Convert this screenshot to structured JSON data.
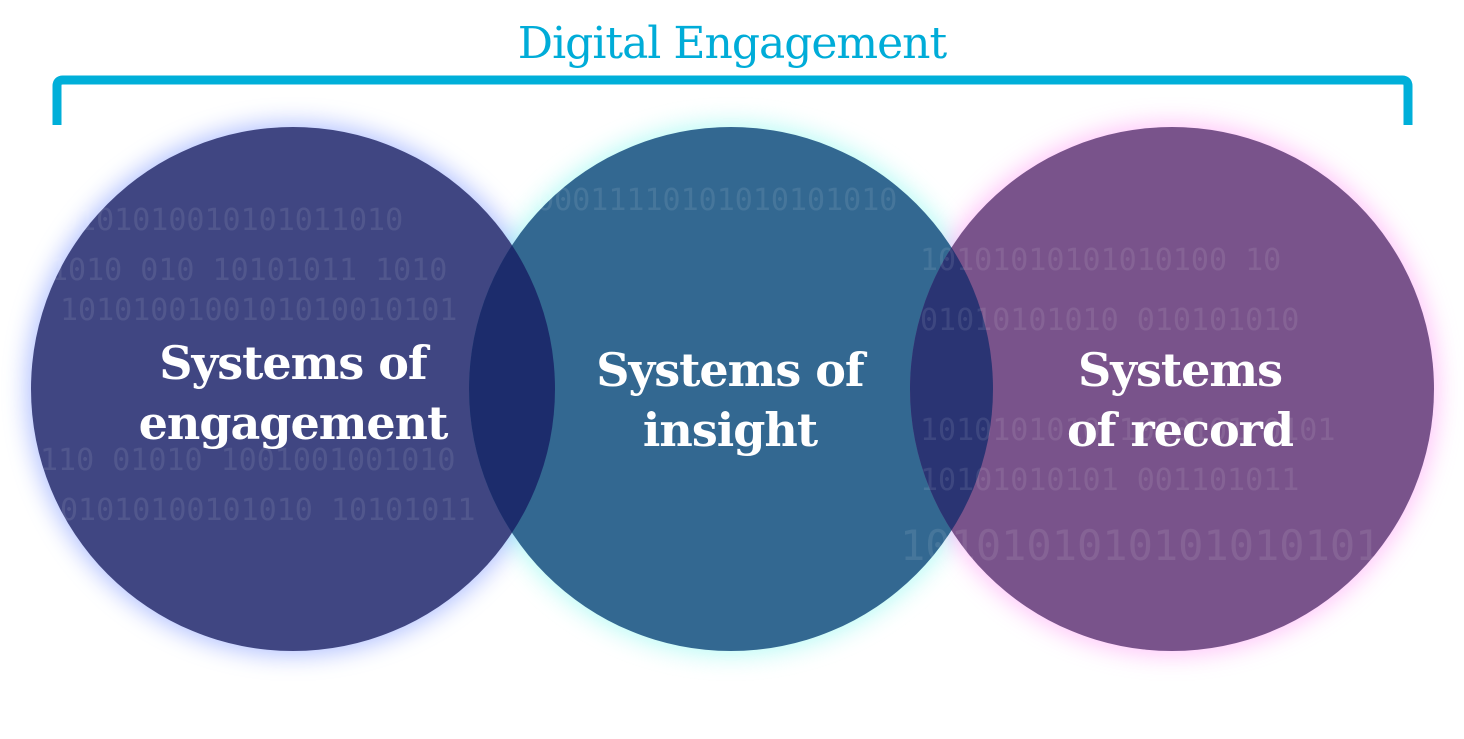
{
  "title": "Digital Engagement",
  "circles": [
    {
      "line1": "Systems of",
      "line2": "engagement",
      "color": "#404682",
      "glow": "#6f8cff"
    },
    {
      "line1": "Systems of",
      "line2": "insight",
      "color": "#336891",
      "glow": "#7ff7ee"
    },
    {
      "line1": "Systems",
      "line2": "of record",
      "color": "#79538b",
      "glow": "#ff9cf5"
    }
  ],
  "bracket_color": "#00afd9"
}
